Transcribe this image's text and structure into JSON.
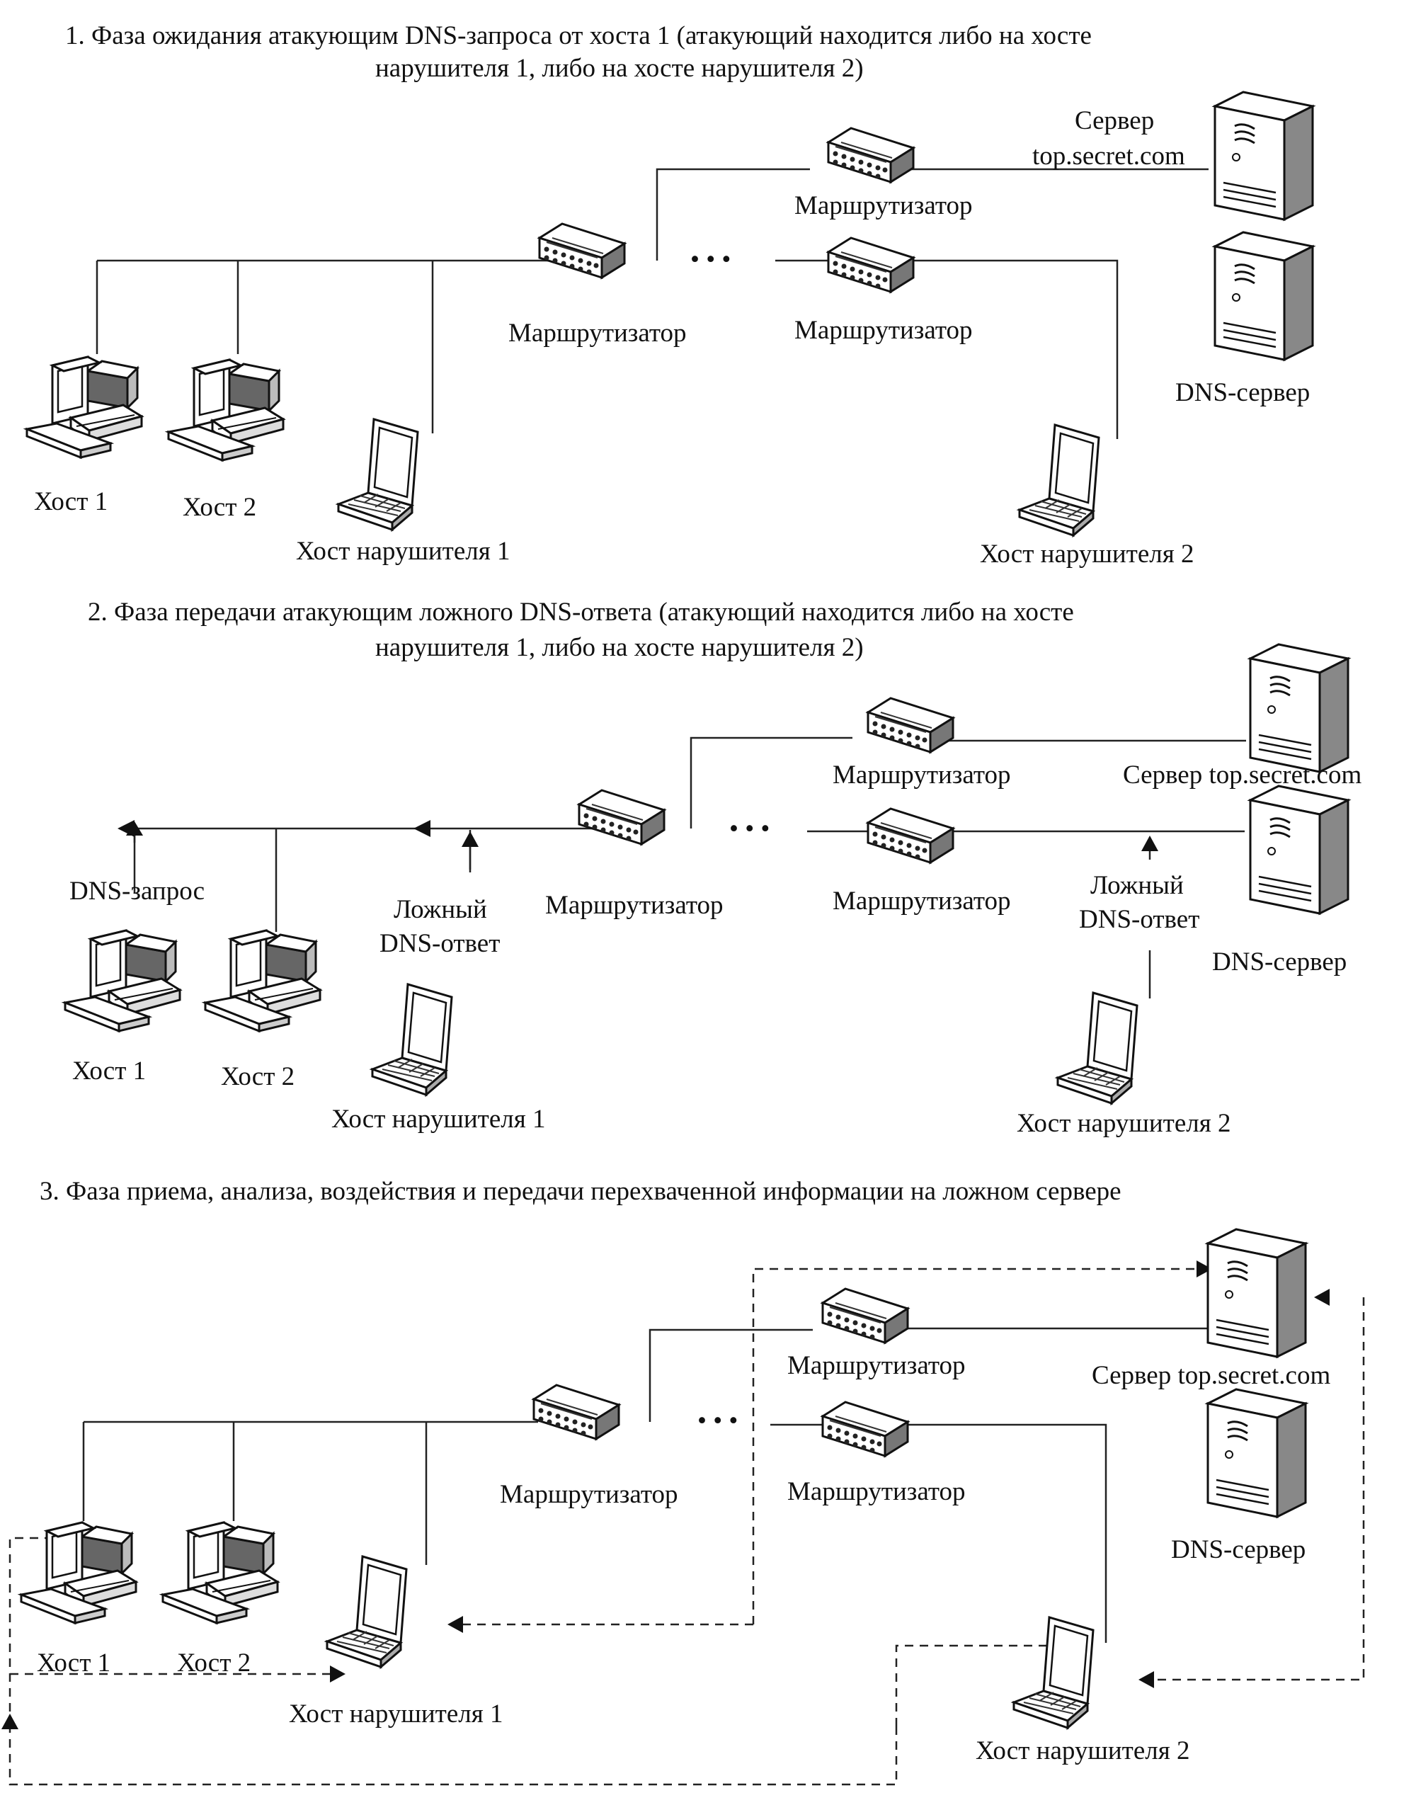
{
  "phases": [
    {
      "title_line1": "1. Фаза ожидания атакующим DNS-запроса от хоста 1 (атакующий находится либо на хосте",
      "title_line2": "нарушителя 1, либо на хосте нарушителя 2)",
      "labels": {
        "router": "Маршрутизатор",
        "server_top": "Сервер",
        "server_bottom": "top.secret.com",
        "dns_server": "DNS-сервер",
        "host1": "Хост 1",
        "host2": "Хост 2",
        "intruder1": "Хост нарушителя 1",
        "intruder2": "Хост нарушителя 2",
        "ellipsis": "• • •"
      }
    },
    {
      "title_line1": "2. Фаза передачи атакующим ложного DNS-ответа (атакующий находится либо на хосте",
      "title_line2": "нарушителя 1, либо на хосте нарушителя 2)",
      "labels": {
        "router": "Маршрутизатор",
        "server": "Сервер top.secret.com",
        "dns_server": "DNS-сервер",
        "dns_request": "DNS-запрос",
        "fake_line1": "Ложный",
        "fake_line2": "DNS-ответ",
        "host1": "Хост 1",
        "host2": "Хост 2",
        "intruder1": "Хост нарушителя 1",
        "intruder2": "Хост нарушителя 2",
        "ellipsis": "• • •"
      }
    },
    {
      "title_line1": "3. Фаза приема, анализа, воздействия и передачи перехваченной информации на ложном сервере",
      "labels": {
        "router": "Маршрутизатор",
        "server": "Сервер top.secret.com",
        "dns_server": "DNS-сервер",
        "host1": "Хост 1",
        "host2": "Хост 2",
        "intruder1": "Хост нарушителя 1",
        "intruder2": "Хост нарушителя 2",
        "ellipsis": "• • •"
      }
    }
  ]
}
